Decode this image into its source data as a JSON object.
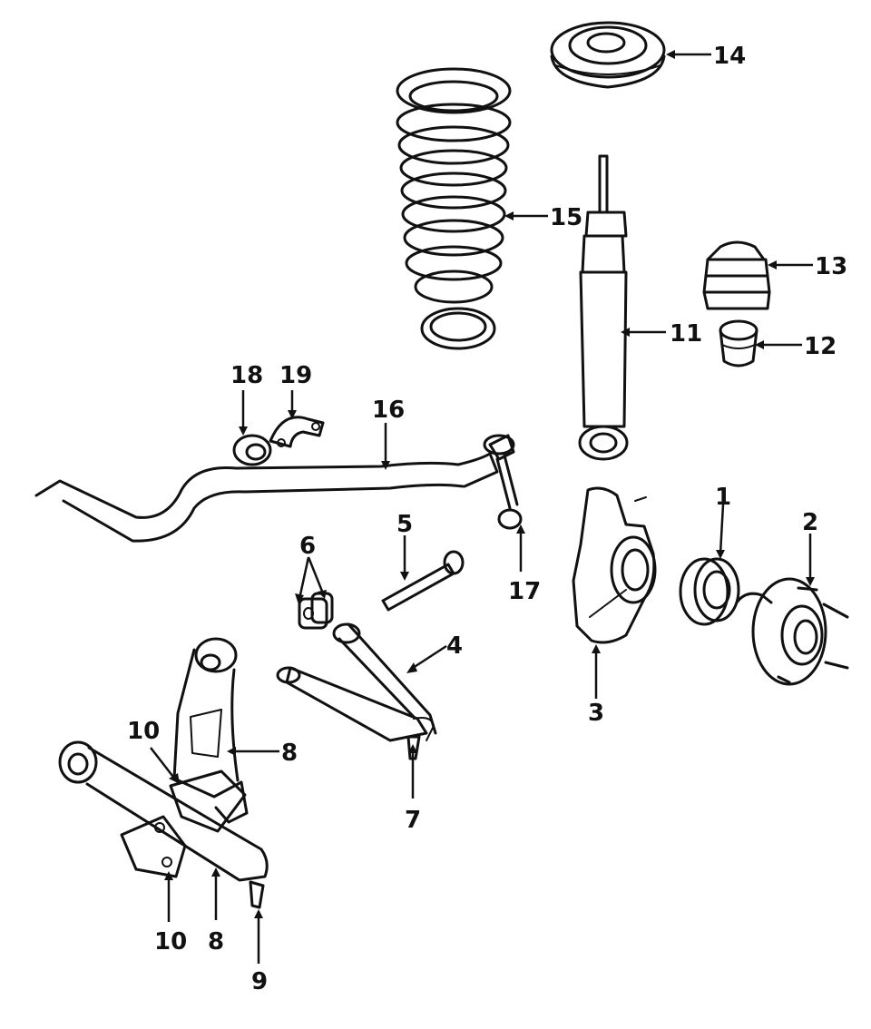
{
  "callouts": [
    {
      "id": "c1",
      "label": "1"
    },
    {
      "id": "c2",
      "label": "2"
    },
    {
      "id": "c3",
      "label": "3"
    },
    {
      "id": "c4",
      "label": "4"
    },
    {
      "id": "c5",
      "label": "5"
    },
    {
      "id": "c6",
      "label": "6"
    },
    {
      "id": "c7",
      "label": "7"
    },
    {
      "id": "c8a",
      "label": "8"
    },
    {
      "id": "c8b",
      "label": "8"
    },
    {
      "id": "c9",
      "label": "9"
    },
    {
      "id": "c10a",
      "label": "10"
    },
    {
      "id": "c10b",
      "label": "10"
    },
    {
      "id": "c11",
      "label": "11"
    },
    {
      "id": "c12",
      "label": "12"
    },
    {
      "id": "c13",
      "label": "13"
    },
    {
      "id": "c14",
      "label": "14"
    },
    {
      "id": "c15",
      "label": "15"
    },
    {
      "id": "c16",
      "label": "16"
    },
    {
      "id": "c17",
      "label": "17"
    },
    {
      "id": "c18",
      "label": "18"
    },
    {
      "id": "c19",
      "label": "19"
    }
  ]
}
